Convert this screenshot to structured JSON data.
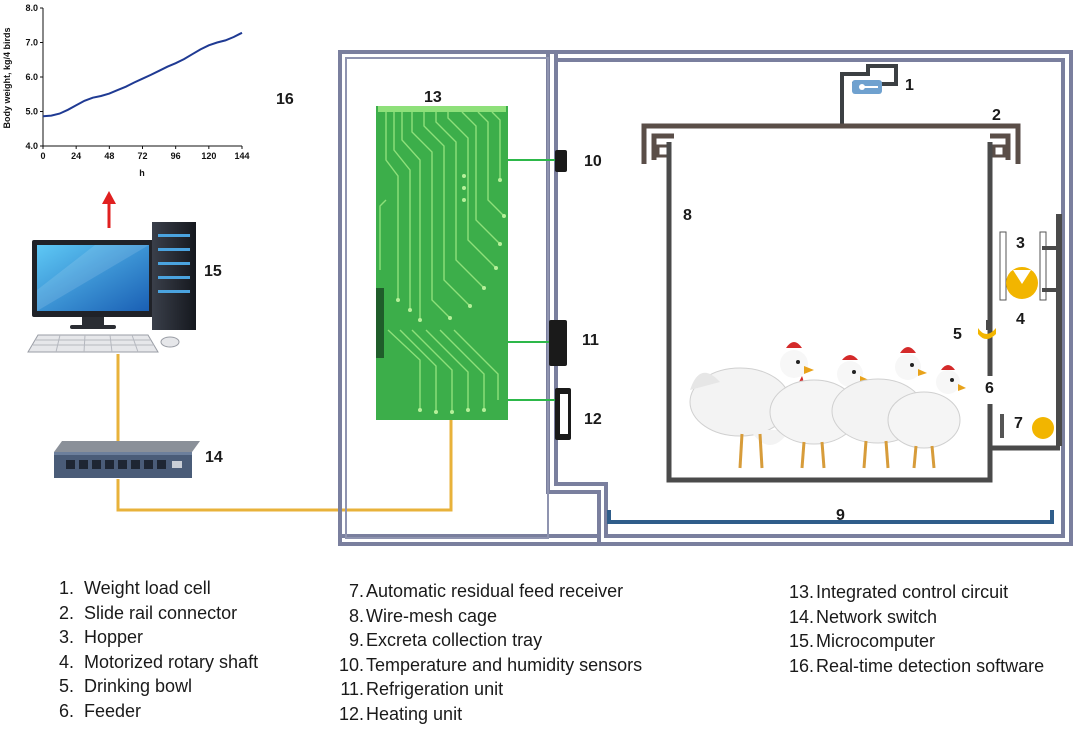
{
  "chart_data": {
    "type": "line",
    "xlabel": "h",
    "ylabel": "Body weight, kg/4 birds",
    "x_ticks": [
      "0",
      "24",
      "48",
      "72",
      "96",
      "120",
      "144"
    ],
    "y_ticks": [
      "4.0",
      "5.0",
      "6.0",
      "7.0",
      "8.0"
    ],
    "xlim": [
      0,
      144
    ],
    "ylim": [
      4.0,
      8.0
    ],
    "series": [
      {
        "x": [
          0,
          6,
          12,
          18,
          24,
          30,
          36,
          42,
          48,
          54,
          60,
          66,
          72,
          78,
          84,
          90,
          96,
          102,
          108,
          114,
          120,
          126,
          132,
          138,
          142,
          144
        ],
        "y": [
          4.86,
          4.88,
          4.94,
          5.05,
          5.18,
          5.31,
          5.4,
          5.45,
          5.52,
          5.62,
          5.72,
          5.84,
          5.95,
          6.06,
          6.18,
          6.3,
          6.4,
          6.52,
          6.66,
          6.8,
          6.92,
          7.0,
          7.06,
          7.16,
          7.24,
          7.28
        ]
      }
    ],
    "line_color": "#1f3a93"
  },
  "labels": {
    "n1": "1",
    "n2": "2",
    "n3": "3",
    "n4": "4",
    "n5": "5",
    "n6": "6",
    "n7": "7",
    "n8": "8",
    "n9": "9",
    "n10": "10",
    "n11": "11",
    "n12": "12",
    "n13": "13",
    "n14": "14",
    "n15": "15",
    "n16": "16"
  },
  "legend": {
    "col1": [
      {
        "num": "1.",
        "text": "Weight load cell"
      },
      {
        "num": "2.",
        "text": "Slide rail connector"
      },
      {
        "num": "3.",
        "text": "Hopper"
      },
      {
        "num": "4.",
        "text": "Motorized rotary shaft"
      },
      {
        "num": "5.",
        "text": "Drinking bowl"
      },
      {
        "num": "6.",
        "text": "Feeder"
      }
    ],
    "col2": [
      {
        "num": "7.",
        "text": "Automatic residual feed receiver"
      },
      {
        "num": "8.",
        "text": "Wire-mesh cage"
      },
      {
        "num": "9.",
        "text": "Excreta collection tray"
      },
      {
        "num": "10.",
        "text": "Temperature and humidity sensors"
      },
      {
        "num": "11.",
        "text": "Refrigeration unit"
      },
      {
        "num": "12.",
        "text": "Heating unit"
      }
    ],
    "col3": [
      {
        "num": "13.",
        "text": "Integrated control circuit"
      },
      {
        "num": "14.",
        "text": "Network switch"
      },
      {
        "num": "15.",
        "text": "Microcomputer"
      },
      {
        "num": "16.",
        "text": "Real-time detection software"
      }
    ]
  },
  "colors": {
    "frame": "#7a7f9e",
    "pcb": "#3cae4a",
    "trace": "#8ee07a",
    "cable": "#e8b23a",
    "cage": "#4a4a4a",
    "tray": "#2f5d8a",
    "arrow": "#e02020"
  }
}
